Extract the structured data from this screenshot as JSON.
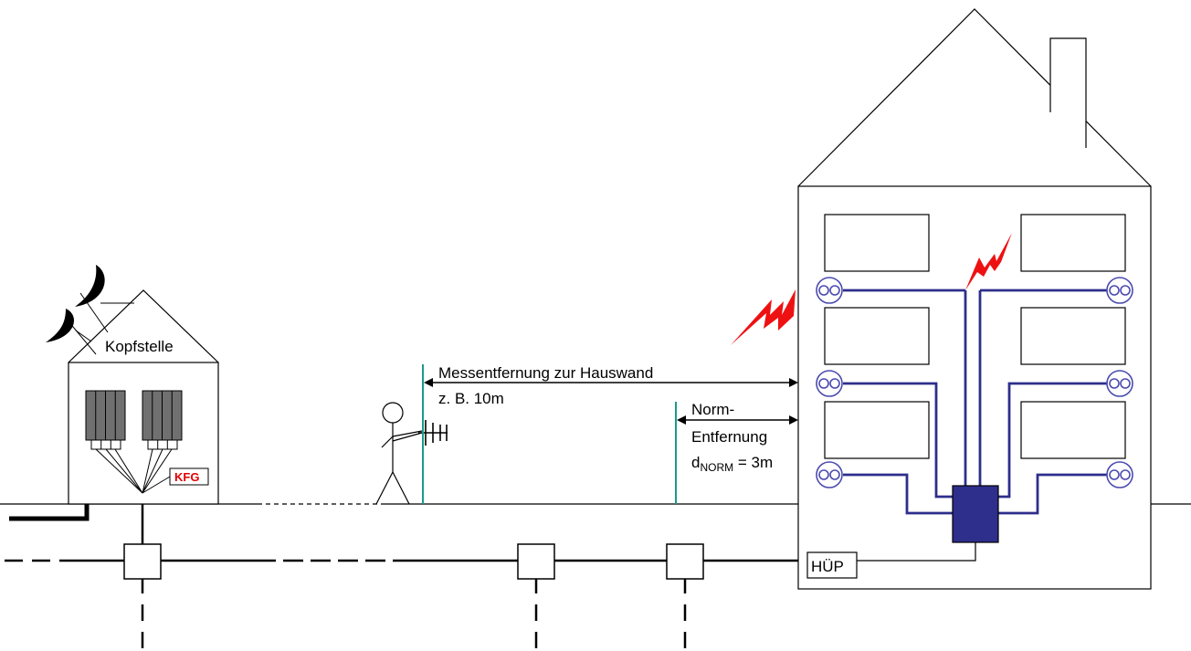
{
  "labels": {
    "kopfstelle": "Kopfstelle",
    "kfg": "KFG",
    "messentfernung": "Messentfernung zur Hauswand",
    "beispiel": "z. B. 10m",
    "norm_line1": "Norm-",
    "norm_line2": "Entfernung",
    "dnorm_d": "d",
    "dnorm_sub": "NORM",
    "dnorm_value": " = 3m",
    "huep": "HÜP"
  },
  "colors": {
    "line": "#000000",
    "cable_blue": "#2e2e8c",
    "outlet_blue": "#4b4bb0",
    "distributor": "#2e2e8c",
    "teal": "#1a9a8a",
    "lightning": "#ee1111",
    "amplifier_gray": "#707070"
  },
  "icons": [
    "satellite-dish-icon",
    "amplifier-icon",
    "person-icon",
    "yagi-antenna-icon",
    "lightning-icon",
    "antenna-outlet-icon",
    "distributor-box-icon"
  ]
}
